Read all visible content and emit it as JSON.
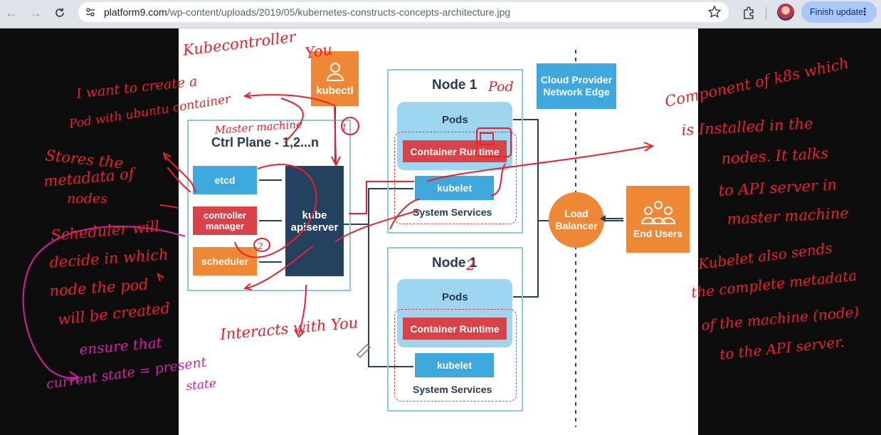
{
  "browser": {
    "url_host": "platform9.com",
    "url_path": "/wp-content/uploads/2019/05/kubernetes-constructs-concepts-architecture.jpg",
    "update_label": "Finish update"
  },
  "diagram": {
    "you_label": "You",
    "kubectl_label": "kubectl",
    "ctrl_plane_title": "Ctrl Plane - 1,2...n",
    "etcd_label": "etcd",
    "controller_manager_label": "controller manager",
    "scheduler_label": "scheduler",
    "apiserver_label": "kube apiserver",
    "node1_title": "Node 1",
    "node2_title": "Node 1",
    "pods_label": "Pods",
    "container_runtime_label": "Container Runtime",
    "kubelet_label": "kubelet",
    "system_services_label": "System Services",
    "cloud_provider_label": "Cloud Provider Network Edge",
    "load_balancer_label": "Load Balancer",
    "end_users_label": "End Users"
  },
  "annotations": {
    "kubecontroller": "Kubecontroller",
    "you": "You",
    "want_create_1": "I want to create a",
    "want_create_2": "Pod with ubuntu container",
    "master_machine": "Master machine",
    "stores_1": "Stores the",
    "stores_2": "metadata of",
    "stores_3": "nodes",
    "scheduler_1": "Scheduler will",
    "scheduler_2": "decide in which",
    "scheduler_3": "node the pod",
    "scheduler_4": "will be created",
    "interacts": "Interacts with You",
    "ensure_1": "ensure that",
    "ensure_2": "current state = present",
    "ensure_3": "state",
    "pod": "Pod",
    "comp_1": "Component of k8s which",
    "comp_2": "is Installed in the",
    "comp_3": "nodes. It talks",
    "comp_4": "to API server in",
    "comp_5": "master machine",
    "kubelet_1": "Kubelet also sends",
    "kubelet_2": "the complete metadata",
    "kubelet_3": "of the machine (node)",
    "kubelet_4": "to the API server.",
    "num_1": "1",
    "num_2": "2",
    "node_num": "2"
  },
  "colors": {
    "blue": "#3ea7dc",
    "navy": "#24425f",
    "red": "#d8434a",
    "orange": "#ee8836",
    "ink_red": "#e8212d",
    "ink_pink": "#d61fa6"
  }
}
